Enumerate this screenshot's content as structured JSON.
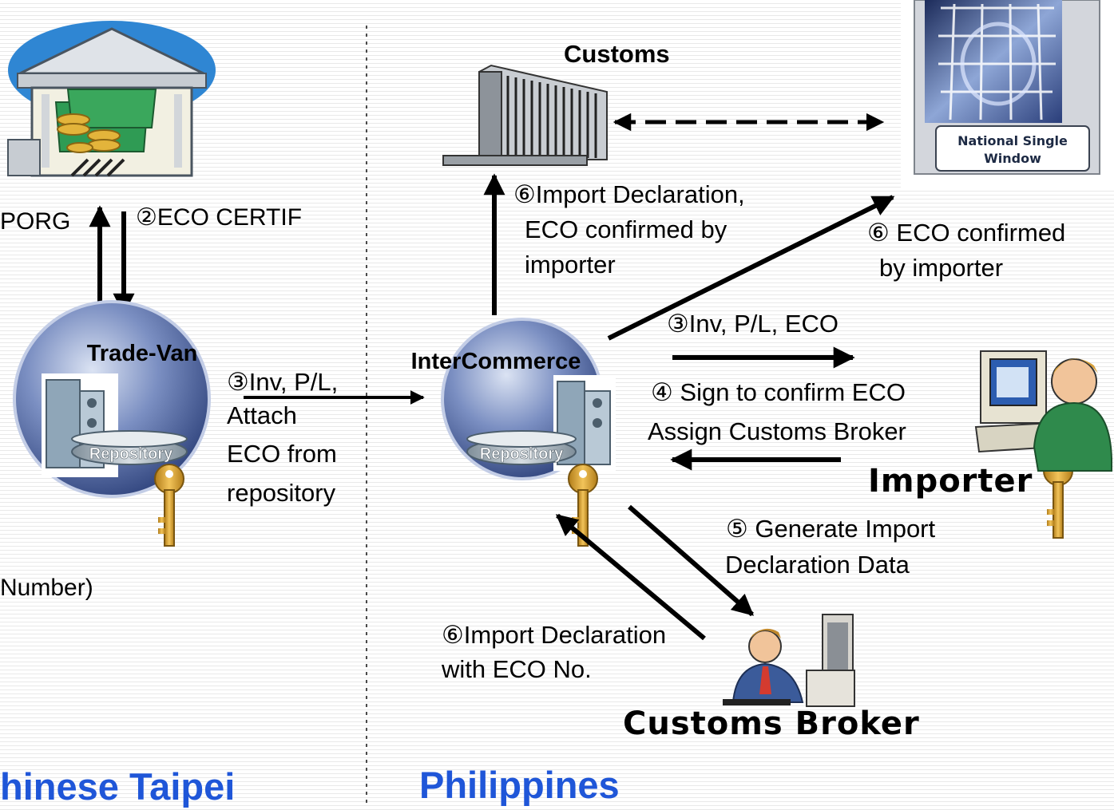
{
  "nodes": {
    "customs": "Customs",
    "nsw_line1": "National Single",
    "nsw_line2": "Window",
    "trade_van": "Trade-Van",
    "intercommerce": "InterCommerce",
    "repository": "Repository",
    "importer": "Importer",
    "customs_broker": "Customs Broker"
  },
  "labels": {
    "porg": "PORG",
    "eco_certif": "②ECO CERTIF",
    "number_frag": "Number)",
    "inv_pl_left_1": "③Inv, P/L,",
    "inv_pl_left_2": "Attach",
    "inv_pl_left_3": "ECO from",
    "inv_pl_left_4": "repository",
    "import_decl_1": "⑥Import Declaration,",
    "import_decl_2": "ECO confirmed by",
    "import_decl_3": "importer",
    "eco_confirmed_1": "⑥ ECO confirmed",
    "eco_confirmed_2": "by importer",
    "inv_pl_eco": "③Inv, P/L, ECO",
    "sign_confirm_1": "④ Sign to confirm ECO",
    "sign_confirm_2": "Assign Customs Broker",
    "generate_1": "⑤ Generate Import",
    "generate_2": "Declaration Data",
    "import_eco_no_1": "⑥Import Declaration",
    "import_eco_no_2": "with ECO No."
  },
  "regions": {
    "left": "hinese Taipei",
    "right": "Philippines"
  },
  "colors": {
    "region_text": "#1f56d8",
    "node_sphere": "#3b4f8c",
    "key": "#d39a2a"
  }
}
